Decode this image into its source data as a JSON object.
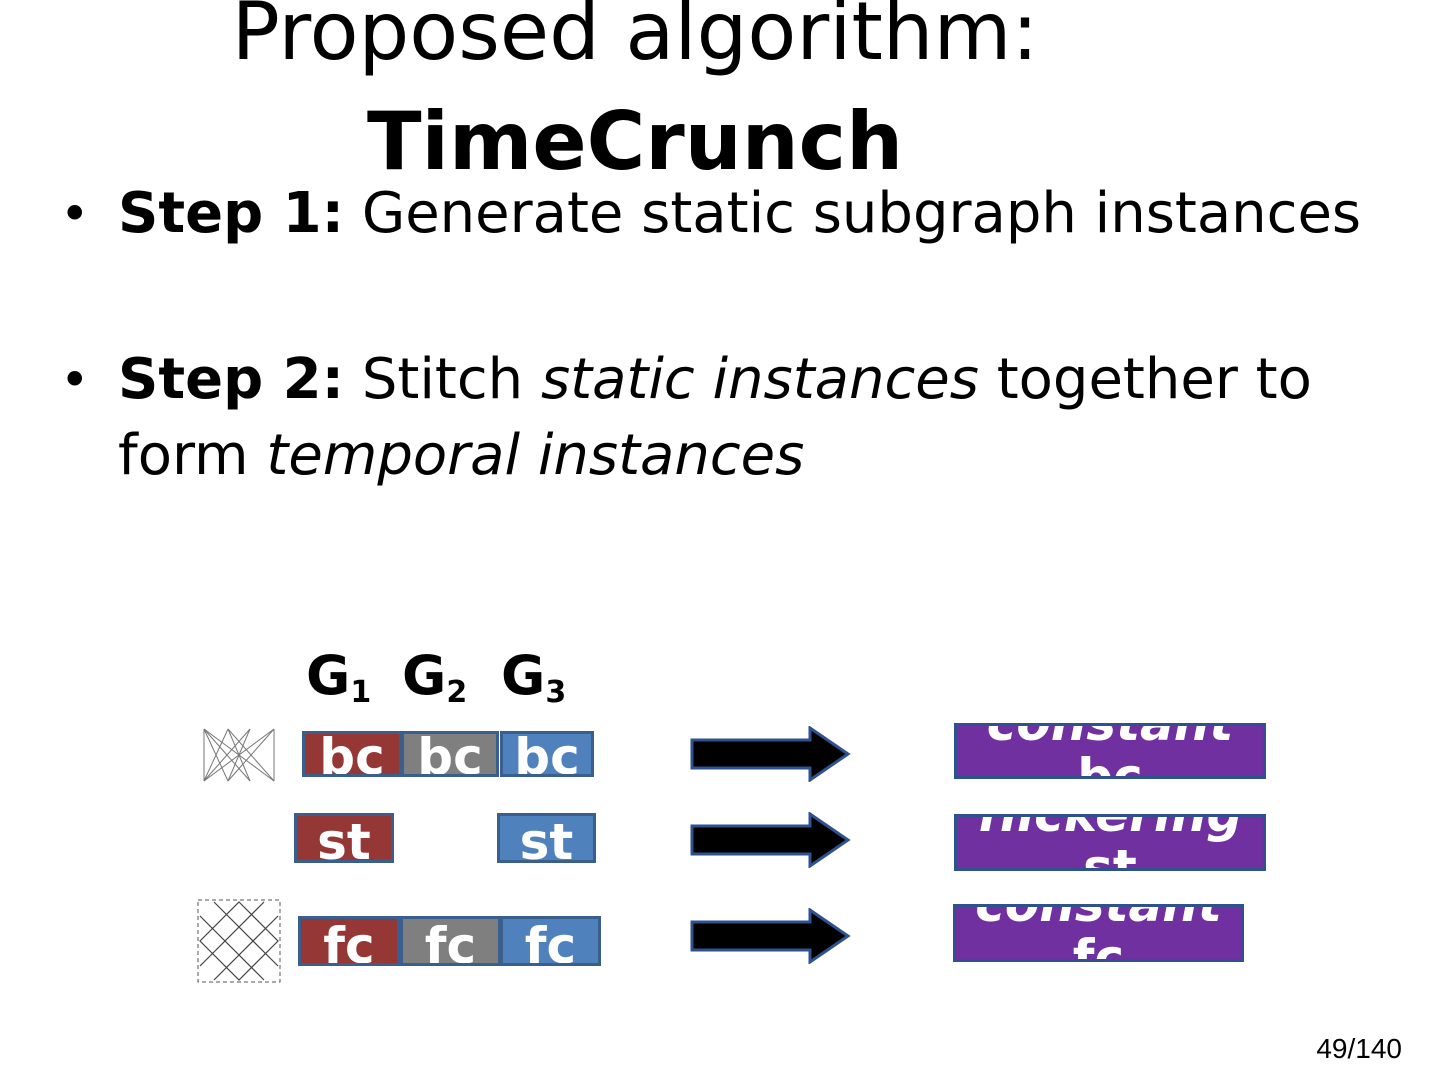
{
  "title": {
    "line1": "Proposed algorithm:",
    "line2": "TimeCrunch"
  },
  "bullets": [
    {
      "dot": "•",
      "label": "Step 1:",
      "text_a": " Generate static subgraph instances"
    },
    {
      "dot": "•",
      "label": "Step 2:",
      "text_a": " Stitch ",
      "italic_a": "static instances",
      "text_b": " together to form ",
      "italic_b": "temporal instances"
    }
  ],
  "graph_labels": [
    {
      "base": "G",
      "sub": "1"
    },
    {
      "base": "G",
      "sub": "2"
    },
    {
      "base": "G",
      "sub": "3"
    }
  ],
  "rows": [
    {
      "icon": "bipartite-core-icon",
      "boxes": [
        {
          "label": "bc",
          "color": "#953735"
        },
        {
          "label": "bc",
          "color": "#7f7f7f"
        },
        {
          "label": "bc",
          "color": "#4f81bd"
        }
      ],
      "result": {
        "line1": "constant",
        "line2": "bc"
      }
    },
    {
      "icon": "",
      "boxes": [
        {
          "label": "st",
          "color": "#953735"
        },
        {
          "label": "st",
          "color": "#4f81bd"
        }
      ],
      "result": {
        "line1": "flickering",
        "line2": "st"
      }
    },
    {
      "icon": "full-clique-icon",
      "boxes": [
        {
          "label": "fc",
          "color": "#953735"
        },
        {
          "label": "fc",
          "color": "#7f7f7f"
        },
        {
          "label": "fc",
          "color": "#4f81bd"
        }
      ],
      "result": {
        "line1": "constant",
        "line2": "fc"
      }
    }
  ],
  "colors": {
    "result_fill": "#7030a0",
    "arrow_fill": "#000000",
    "arrow_outline": "#2f528f"
  },
  "page_number": "49/140"
}
